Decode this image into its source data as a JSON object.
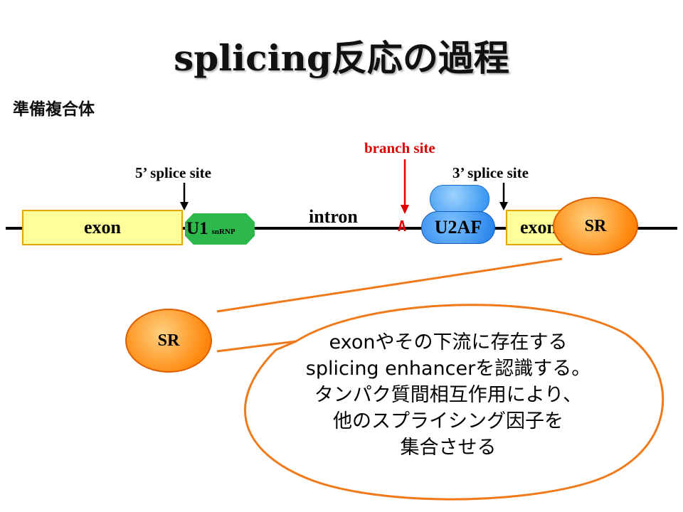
{
  "title": "splicing反応の過程",
  "subtitle": "準備複合体",
  "labels": {
    "five_prime": "5’ splice site",
    "three_prime": "3’ splice site",
    "branch_site": "branch site",
    "intron": "intron",
    "branch_base": "A"
  },
  "boxes": {
    "exon_left": "exon",
    "exon_right": "exon",
    "u1": "U1",
    "u1_sub": "snRNP",
    "u2af": "U2AF"
  },
  "sr": {
    "top": "SR",
    "bottom": "SR"
  },
  "bubble": {
    "lines": [
      "exonやその下流に存在する",
      "splicing enhancerを認識する。",
      "タンパク質間相互作用により、",
      "他のスプライシング因子を",
      "集合させる"
    ]
  },
  "colors": {
    "exon_fill": "#ffff99",
    "exon_border": "#f0a000",
    "u1": "#2db84c",
    "u2af": "#1f7de8",
    "sr": "#ff8a10",
    "branch": "#e00000",
    "callout_line": "#f07a1a"
  }
}
